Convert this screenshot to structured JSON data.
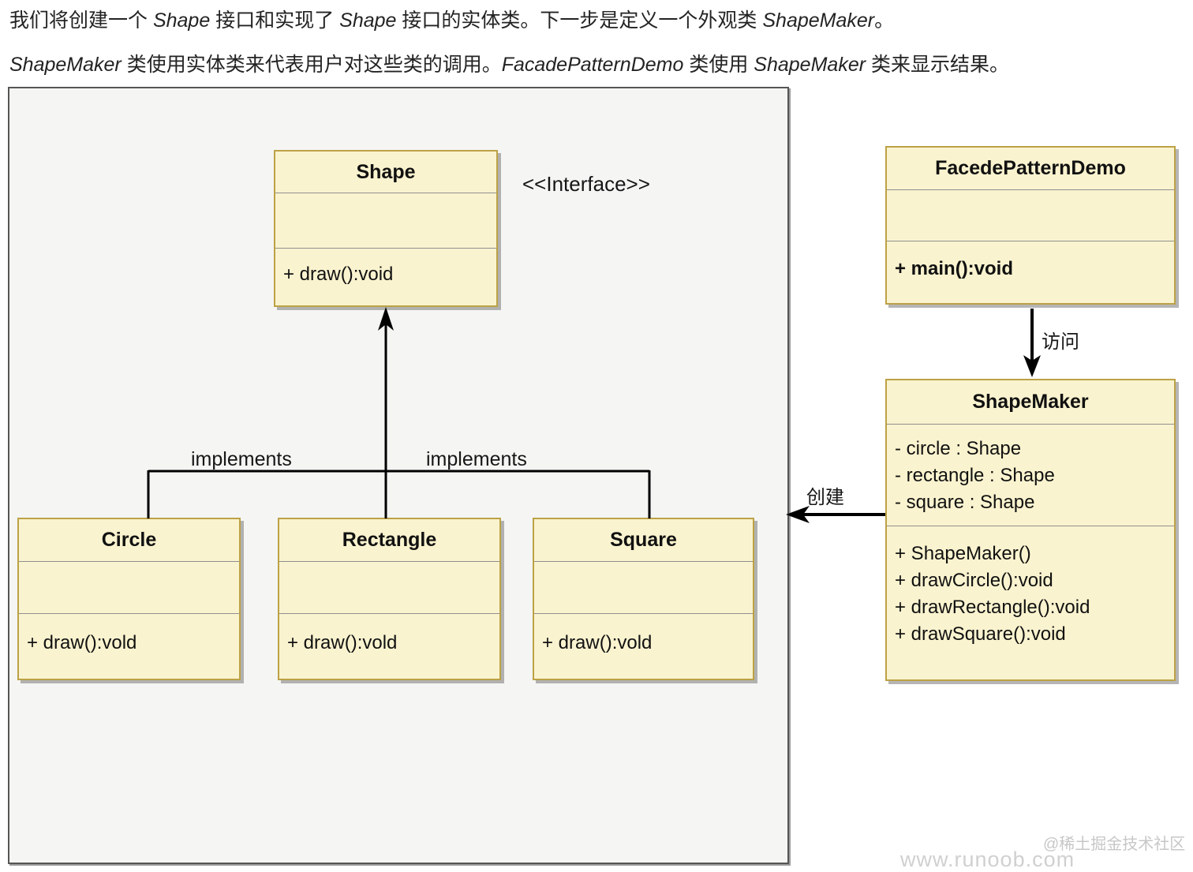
{
  "intro": {
    "line1": {
      "s0": "我们将创建一个 ",
      "s1": "Shape",
      "s2": " 接口和实现了 ",
      "s3": "Shape",
      "s4": " 接口的实体类。下一步是定义一个外观类 ",
      "s5": "ShapeMaker",
      "s6": "。"
    },
    "line2": {
      "s0": "ShapeMaker",
      "s1": " 类使用实体类来代表用户对这些类的调用。",
      "s2": "FacadePatternDemo",
      "s3": " 类使用 ",
      "s4": "ShapeMaker",
      "s5": " 类来显示结果。"
    }
  },
  "labels": {
    "interface_stereotype": "<<Interface>>",
    "implements_left": "implements",
    "implements_right": "implements",
    "visit": "访问",
    "create": "创建"
  },
  "classes": {
    "shape": {
      "title": "Shape",
      "methods": [
        "+ draw():void"
      ]
    },
    "circle": {
      "title": "Circle",
      "methods": [
        "+ draw():vold"
      ]
    },
    "rectangle": {
      "title": "Rectangle",
      "methods": [
        "+ draw():vold"
      ]
    },
    "square": {
      "title": "Square",
      "methods": [
        "+ draw():vold"
      ]
    },
    "facade_demo": {
      "title": "FacedePatternDemo",
      "methods": [
        "+ main():void"
      ]
    },
    "shape_maker": {
      "title": "ShapeMaker",
      "attributes": [
        "- circle : Shape",
        "- rectangle : Shape",
        "- square : Shape"
      ],
      "methods": [
        "+ ShapeMaker()",
        "+ drawCircle():void",
        "+ drawRectangle():void",
        "+ drawSquare():void"
      ]
    }
  },
  "watermark": {
    "juejin": "@稀土掘金技术社区",
    "runoob": "www.runoob.com"
  },
  "colors": {
    "class_fill": "#faf3cf",
    "class_border": "#bca246",
    "canvas_bg": "#f5f5f3",
    "canvas_border": "#565656",
    "connector": "#000000",
    "watermark_gray": "#cccccc"
  }
}
